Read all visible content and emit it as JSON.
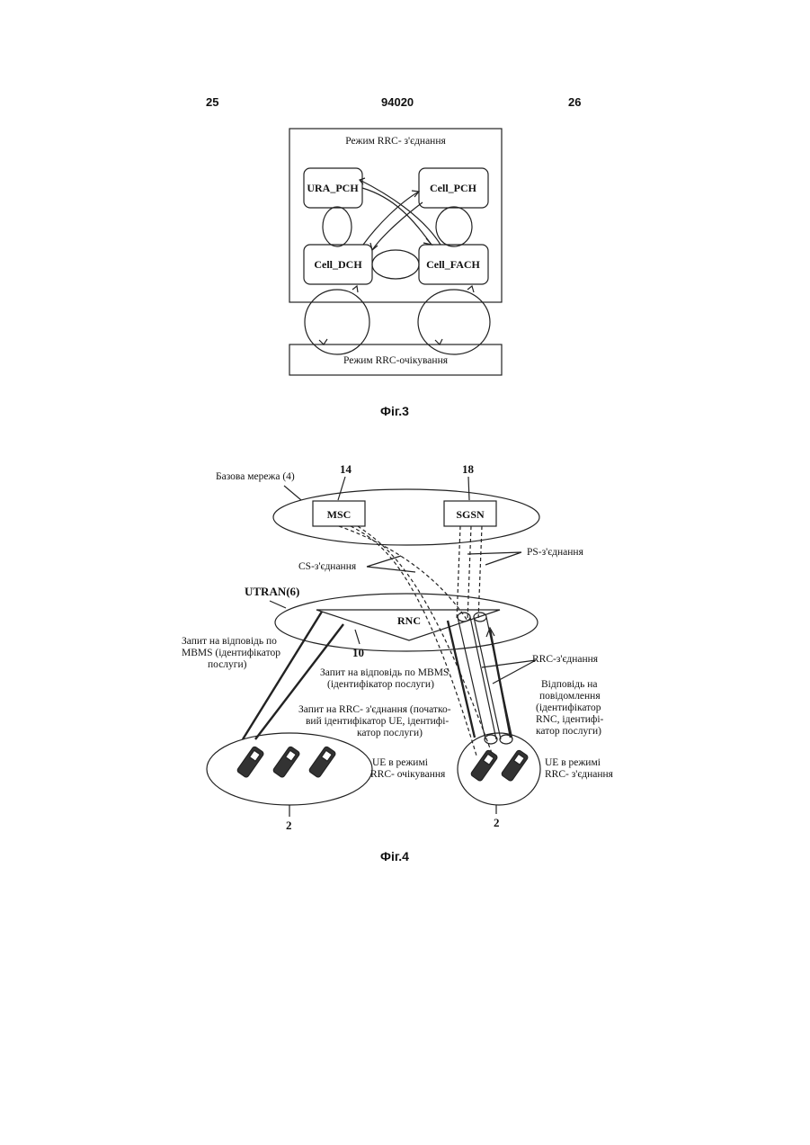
{
  "header": {
    "left_page": "25",
    "doc_number": "94020",
    "right_page": "26"
  },
  "fig3": {
    "caption": "Фіг.3",
    "connected_mode_label": "Режим RRC- з'єднання",
    "idle_mode_label": "Режим RRC-очікування",
    "states": {
      "ura_pch": "URA_PCH",
      "cell_pch": "Cell_PCH",
      "cell_dch": "Cell_DCH",
      "cell_fach": "Cell_FACH"
    }
  },
  "fig4": {
    "caption": "Фіг.4",
    "core_network_label": "Базова мережа (4)",
    "msc_ref": "14",
    "msc": "MSC",
    "sgsn_ref": "18",
    "sgsn": "SGSN",
    "cs_connection": "CS-з'єднання",
    "ps_connection": "PS-з'єднання",
    "utran": "UTRAN(6)",
    "rnc": "RNC",
    "rnc_ref": "10",
    "mbms_request_left": [
      "Запит на відповідь по",
      "MBMS (ідентифікатор",
      "послуги)"
    ],
    "mbms_request_center": [
      "Запит на відповідь по MBMS",
      "(ідентифікатор послуги)"
    ],
    "rrc_connection": "RRC-з'єднання",
    "reply_message": [
      "Відповідь на",
      "повідомлення",
      "(ідентифікатор",
      "RNC, ідентифі-",
      "катор послуги)"
    ],
    "rrc_request": [
      "Запит на RRC- з'єднання (початко-",
      "вий ідентифікатор UE, ідентифі-",
      "катор послуги)"
    ],
    "ue_idle": [
      "UE в режимі",
      "RRC- очікування"
    ],
    "ue_connected": [
      "UE в режимі",
      "RRC- з'єднання"
    ],
    "ue_ref_left": "2",
    "ue_ref_right": "2"
  }
}
